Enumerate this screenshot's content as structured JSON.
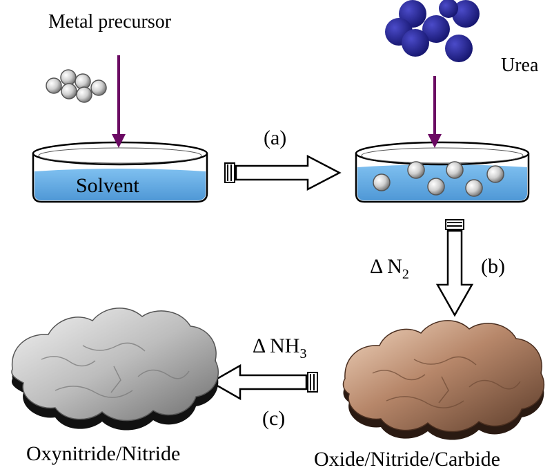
{
  "labels": {
    "metal_precursor": "Metal precursor",
    "urea": "Urea",
    "solvent": "Solvent",
    "step_a": "(a)",
    "step_b": "(b)",
    "step_c": "(c)",
    "delta_n2_prefix": "Δ N",
    "delta_n2_sub": "2",
    "delta_nh3_prefix": "Δ NH",
    "delta_nh3_sub": "3",
    "product_oxide": "Oxide/Nitride/Carbide",
    "product_oxynitride": "Oxynitride/Nitride"
  },
  "colors": {
    "solvent": "#6aaee6",
    "drop_arrow": "#6b0a63",
    "urea_balls": "#1f1f8f",
    "precursor_balls": "#bdbdbd",
    "oxide_tile": "#b8896a",
    "nitride_tile": "#c9c9c9"
  },
  "icons": {
    "precursor": "precursor-particles-icon",
    "urea": "urea-molecule-icon",
    "dish_left": "petri-dish-icon",
    "dish_right": "petri-dish-icon",
    "oxide_tile": "oxide-material-icon",
    "nitride_tile": "nitride-material-icon"
  }
}
